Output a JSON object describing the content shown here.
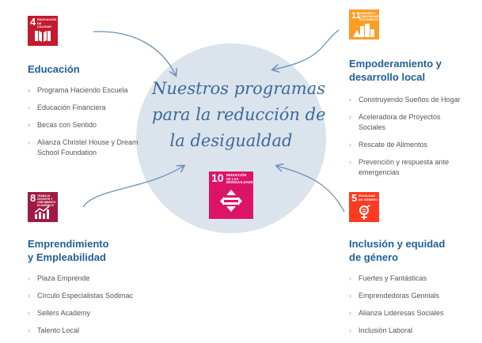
{
  "center": {
    "line1": "Nuestros programas",
    "line2": "para la reducción de",
    "line3": "la desigualdad"
  },
  "sdg_center": {
    "number": "10",
    "label": "REDUCCIÓN DE LAS DESIGUALDADES",
    "color": "#dd1367"
  },
  "sdg_education": {
    "number": "4",
    "label": "EDUCACIÓN DE CALIDAD",
    "color": "#c5192d"
  },
  "sdg_local": {
    "number": "11",
    "label": "CIUDADES Y COMUNIDADES SOSTENIBLES",
    "color": "#fd9d24"
  },
  "sdg_work": {
    "number": "8",
    "label": "TRABAJO DECENTE Y CRECIMIENTO ECONÓMICO",
    "color": "#a21942"
  },
  "sdg_gender": {
    "number": "5",
    "label": "IGUALDAD DE GÉNERO",
    "color": "#ff3a21"
  },
  "education": {
    "title": "Educación",
    "items": [
      "Programa Haciendo Escuela",
      "Educación Financiera",
      "Becas con Sentido",
      "Alianza Christel House y Dream School Foundation"
    ]
  },
  "local": {
    "title_line1": "Empoderamiento y",
    "title_line2": "desarrollo local",
    "items": [
      "Construyendo Sueños de Hogar",
      "Aceleradora de Proyectos Sociales",
      "Rescate de Alimentos",
      "Prevención y respuesta ante emergencias"
    ]
  },
  "work": {
    "title_line1": "Emprendimiento",
    "title_line2": "y Empleabilidad",
    "items": [
      "Plaza Emprende",
      "Círculo Especialistas Sodimac",
      "Sellers Academy",
      "Talento Local"
    ]
  },
  "gender": {
    "title_line1": "Inclusión y equidad",
    "title_line2": "de género",
    "items": [
      "Fuertes y Fantásticas",
      "Emprendedoras Gennials",
      "Alianza Lideresas Sociales",
      "Inclusión Laboral"
    ]
  },
  "colors": {
    "heading": "#1f5f96",
    "circle": "#dbe3ec",
    "arrow": "#6b8fb8"
  }
}
